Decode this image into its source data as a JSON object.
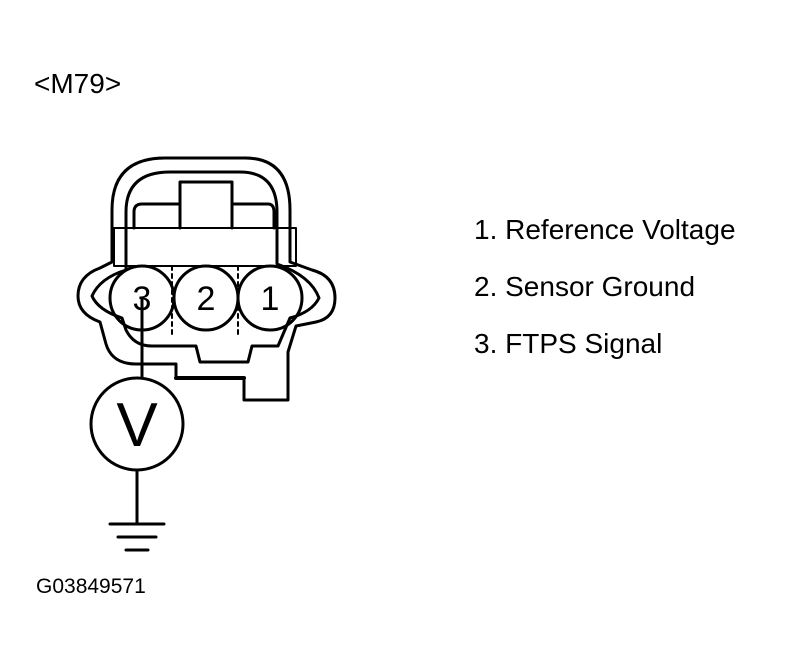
{
  "connector": {
    "id": "<M79>",
    "pins": [
      "3",
      "2",
      "1"
    ]
  },
  "meter": {
    "label": "V"
  },
  "legend": {
    "items": [
      "1. Reference Voltage",
      "2. Sensor Ground",
      "3. FTPS Signal"
    ]
  },
  "figure": {
    "code": "G03849571"
  }
}
